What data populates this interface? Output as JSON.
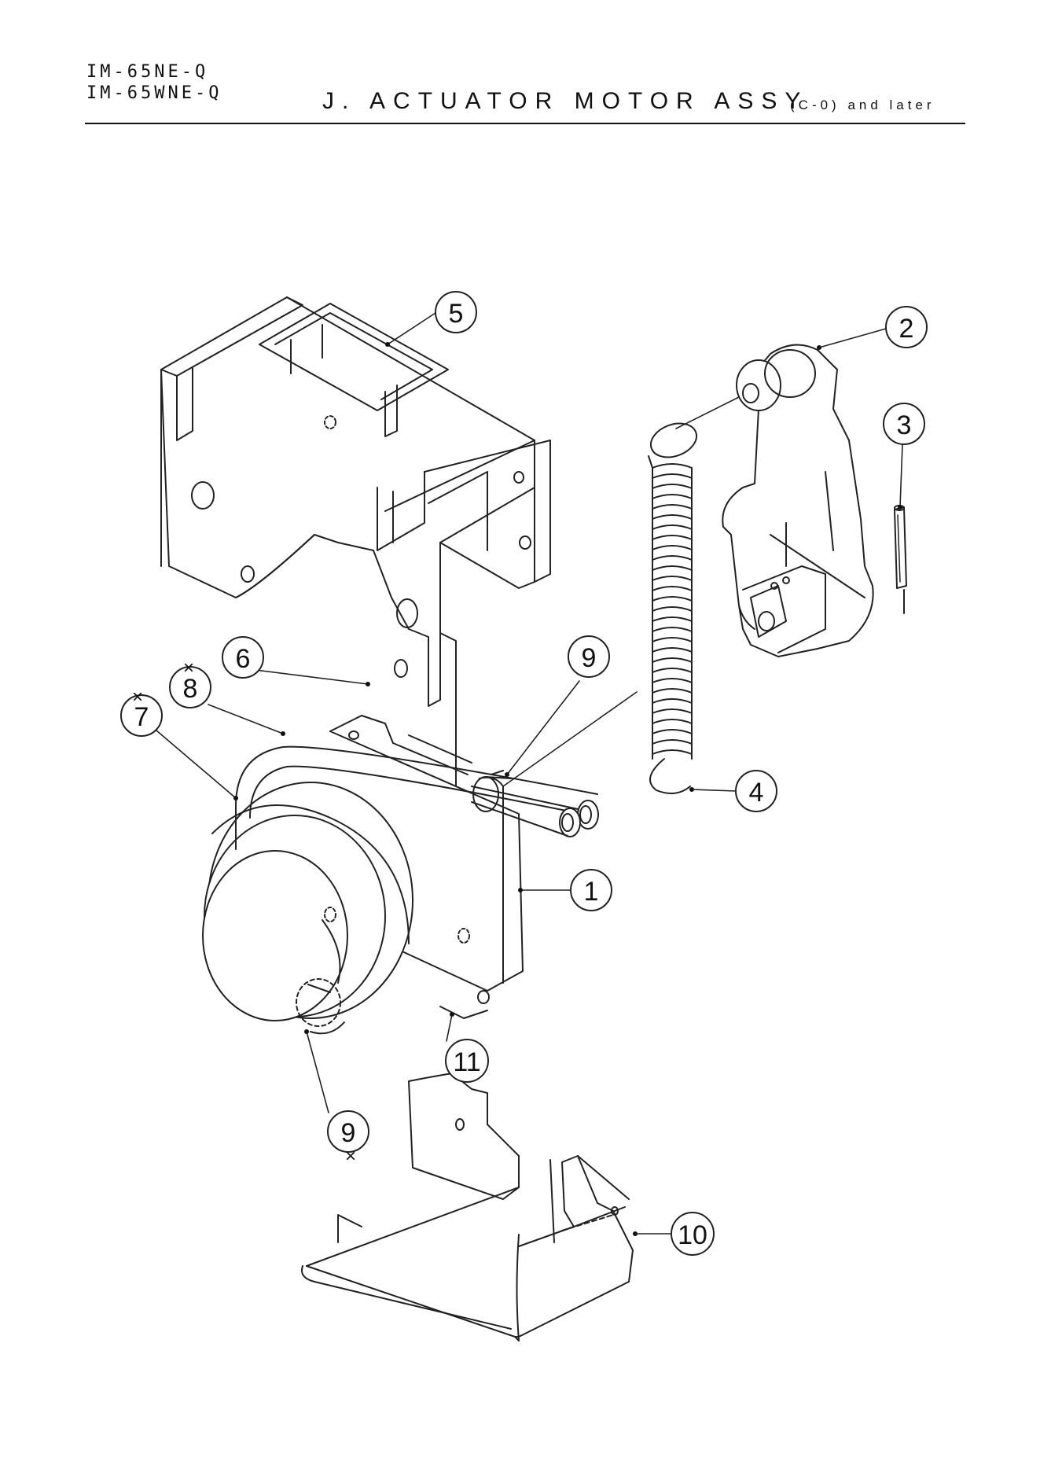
{
  "header": {
    "model_lines": [
      "IM-65NE-Q",
      "IM-65WNE-Q"
    ],
    "title": "J. ACTUATOR MOTOR ASSY",
    "revision": "(C-0) and later"
  },
  "callouts": [
    {
      "id": "part-1",
      "label": "1",
      "marked": false
    },
    {
      "id": "part-2",
      "label": "2",
      "marked": false
    },
    {
      "id": "part-3",
      "label": "3",
      "marked": false
    },
    {
      "id": "part-4",
      "label": "4",
      "marked": false
    },
    {
      "id": "part-5",
      "label": "5",
      "marked": false
    },
    {
      "id": "part-6",
      "label": "6",
      "marked": false
    },
    {
      "id": "part-7",
      "label": "7",
      "marked": true
    },
    {
      "id": "part-8",
      "label": "8",
      "marked": true
    },
    {
      "id": "part-9a",
      "label": "9",
      "marked": false
    },
    {
      "id": "part-9b",
      "label": "9",
      "marked": true
    },
    {
      "id": "part-10",
      "label": "10",
      "marked": false
    },
    {
      "id": "part-11",
      "label": "11",
      "marked": false
    }
  ],
  "marker_symbol": "×"
}
